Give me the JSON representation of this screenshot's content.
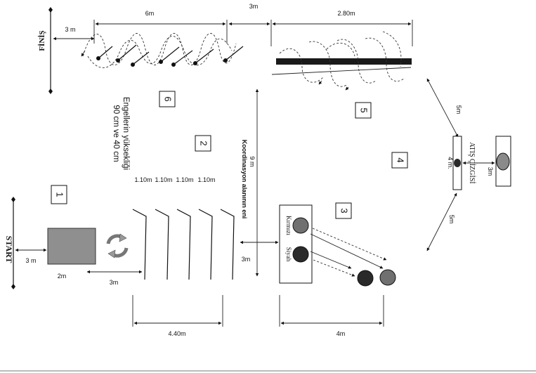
{
  "labels": {
    "start": "START",
    "finish": "FİNİŞ",
    "heights_line1": "Engellerin yüksekliği",
    "heights_line2": "90 cm ve 40 cm",
    "coordination": "Koordinasyon alanının eni",
    "shooting_line": "ATIŞ ÇİZGİSİ",
    "red": "Kırmızı",
    "black": "Siyah"
  },
  "station_numbers": [
    "1",
    "2",
    "3",
    "4",
    "5",
    "6"
  ],
  "dimensions": {
    "top_6m": "6m",
    "top_3m": "3m",
    "top_280m": "2.80m",
    "finish_3m": "3 m",
    "start_3m": "3 m",
    "start_2m": "2m",
    "start_gap_3m": "3m",
    "hurdle_spacings": [
      "1.10m",
      "1.10m",
      "1.10m",
      "1.10m"
    ],
    "hurdles_total": "4.40m",
    "coordination_9m": "9 m",
    "coordination_gap_3m": "3m",
    "balls_4m": "4m",
    "line_5m_upper": "5m",
    "line_5m_lower": "5m",
    "line_4m": "4 m.",
    "target_3m": "3m"
  },
  "colors": {
    "mat": "#8f8f8f",
    "ball_red": "#707070",
    "ball_black": "#2a2a2a",
    "bar": "#1a1a1a",
    "target": "#8a8a8a"
  },
  "icons": [
    "recycle-rotate-icon"
  ]
}
